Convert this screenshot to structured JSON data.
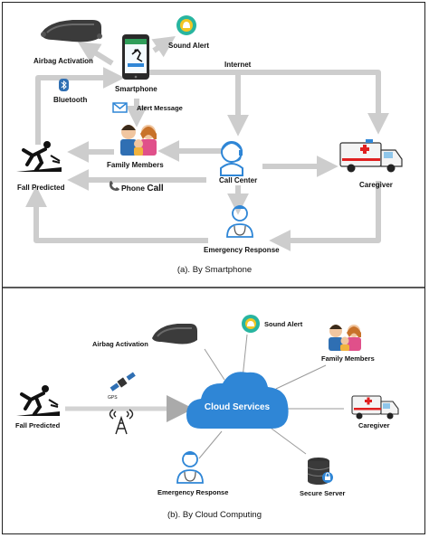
{
  "panel_a": {
    "caption": "(a). By Smartphone",
    "airbag": "Airbag Activation",
    "sound_alert": "Sound Alert",
    "smartphone": "Smartphone",
    "internet": "Internet",
    "bluetooth": "Bluetooth",
    "alert_message": "Alert Message",
    "family": "Family Members",
    "fall": "Fall Predicted",
    "phone_call_a": "Phone ",
    "phone_call_b": "Call",
    "call_center": "Call Center",
    "caregiver": "Caregiver",
    "emergency": "Emergency Response"
  },
  "panel_b": {
    "caption": "(b). By Cloud Computing",
    "airbag": "Airbag Activation",
    "sound_alert": "Sound Alert",
    "family": "Family Members",
    "fall": "Fall Predicted",
    "gps": "GPS",
    "cloud": "Cloud Services",
    "caregiver": "Caregiver",
    "emergency": "Emergency Response",
    "server": "Secure Server"
  },
  "colors": {
    "arrow": "#cdcdcd",
    "cloud": "#2f86d6",
    "line": "#9a9a9a",
    "red": "#e02020",
    "skin": "#f1c6a0",
    "blue_icon": "#2f6fb3"
  }
}
